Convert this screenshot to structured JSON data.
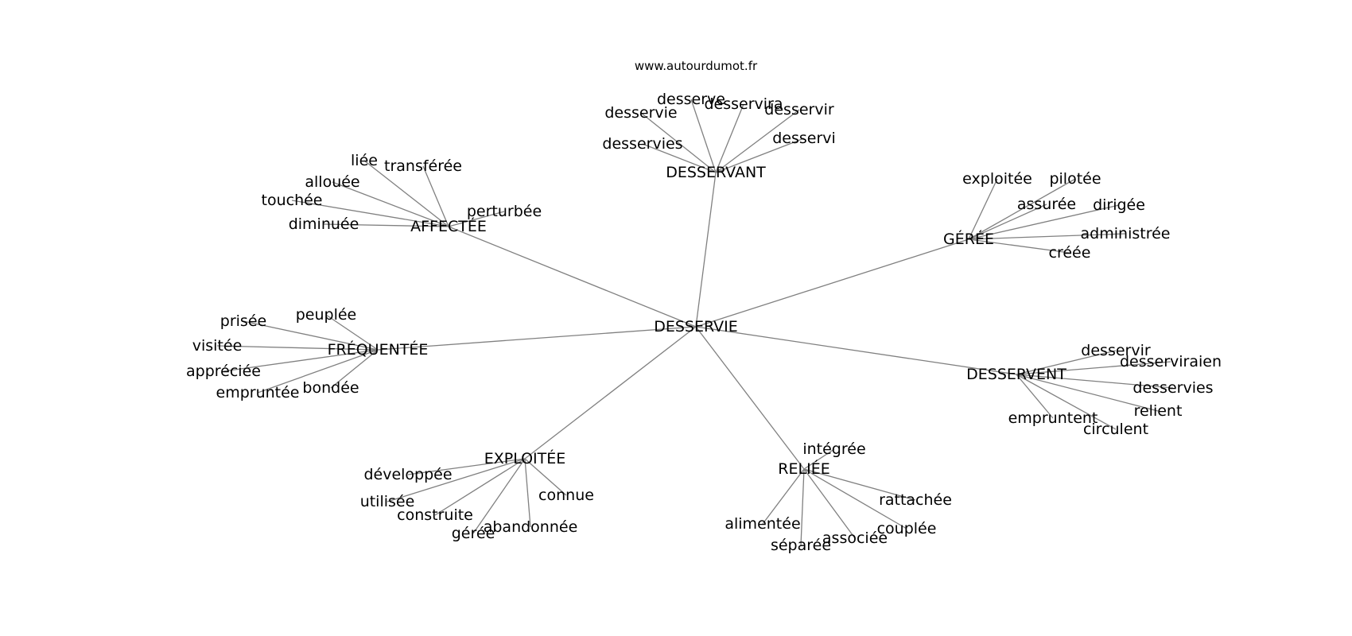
{
  "source": "www.autourdumot.fr",
  "center": "DESSERVIE",
  "groups": [
    {
      "label": "DESSERVANT",
      "words": [
        "desserve",
        "desservira",
        "desservie",
        "desservir",
        "desservies",
        "desservi"
      ]
    },
    {
      "label": "AFFECTÉE",
      "words": [
        "liée",
        "transférée",
        "allouée",
        "touchée",
        "perturbée",
        "diminuée"
      ]
    },
    {
      "label": "GÉRÉE",
      "words": [
        "exploitée",
        "pilotée",
        "assurée",
        "dirigée",
        "administrée",
        "créée"
      ]
    },
    {
      "label": "FRÉQUENTÉE",
      "words": [
        "peuplée",
        "prisée",
        "visitée",
        "appréciée",
        "bondée",
        "empruntée"
      ]
    },
    {
      "label": "DESSERVENT",
      "words": [
        "desservir",
        "desserviraien",
        "desservies",
        "relient",
        "empruntent",
        "circulent"
      ]
    },
    {
      "label": "EXPLOITÉE",
      "words": [
        "développée",
        "utilisée",
        "connue",
        "construite",
        "abandonnée",
        "gérée"
      ]
    },
    {
      "label": "RELIÉE",
      "words": [
        "intégrée",
        "rattachée",
        "alimentée",
        "couplée",
        "associée",
        "séparée"
      ]
    }
  ]
}
